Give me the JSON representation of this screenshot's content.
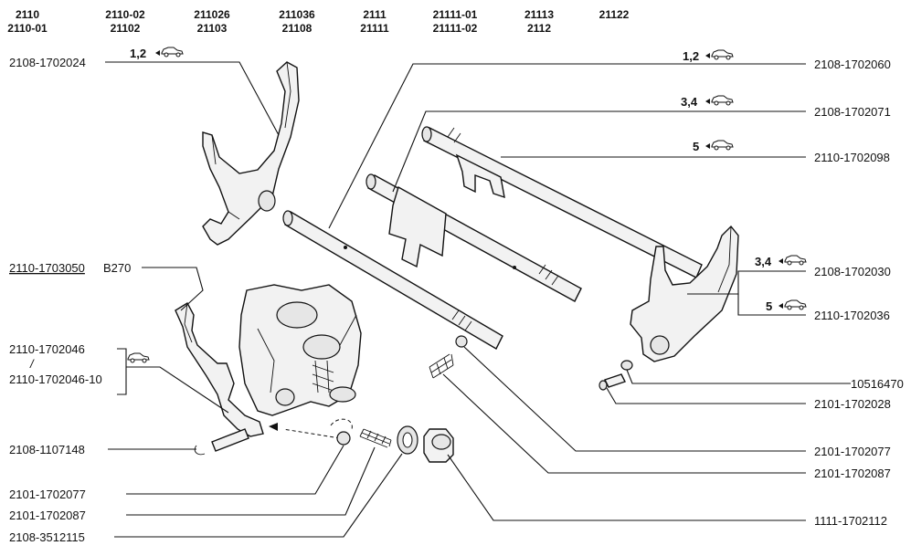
{
  "header": {
    "model_codes": [
      {
        "top": "2110",
        "bottom": "2110-01"
      },
      {
        "top": "2110-02",
        "bottom": "21102"
      },
      {
        "top": "211026",
        "bottom": "21103"
      },
      {
        "top": "211036",
        "bottom": "21108"
      },
      {
        "top": "2111",
        "bottom": "21111"
      },
      {
        "top": "21111-01",
        "bottom": "21111-02"
      },
      {
        "top": "21113",
        "bottom": "2112"
      },
      {
        "top": "21122",
        "bottom": ""
      }
    ]
  },
  "labels": {
    "fork_12": "2108-1702024",
    "fork_12_gear": "1,2",
    "housing": "2110-1703050",
    "housing_code": "B270",
    "lever_a": "2110-1702046",
    "lever_b": "2110-1702046-10",
    "lever_sep": "/",
    "pin": "2108-1107148",
    "left_ball": "2101-1702077",
    "left_spring": "2101-1702087",
    "washer": "2108-3512115",
    "rod_12": "2108-1702060",
    "rod_12_gear": "1,2",
    "rod_34": "2108-1702071",
    "rod_34_gear": "3,4",
    "rod_5": "2110-1702098",
    "rod_5_gear": "5",
    "fork_34": "2108-1702030",
    "fork_34_gear": "3,4",
    "fork_5": "2110-1702036",
    "fork_5_gear": "5",
    "lock_washer": "10516470",
    "bolt": "2101-1702028",
    "right_ball": "2101-1702077",
    "right_spring": "2101-1702087",
    "plug": "1111-1702112"
  },
  "icons": {
    "car": "car-icon",
    "arrow": "arrow-left-icon"
  }
}
